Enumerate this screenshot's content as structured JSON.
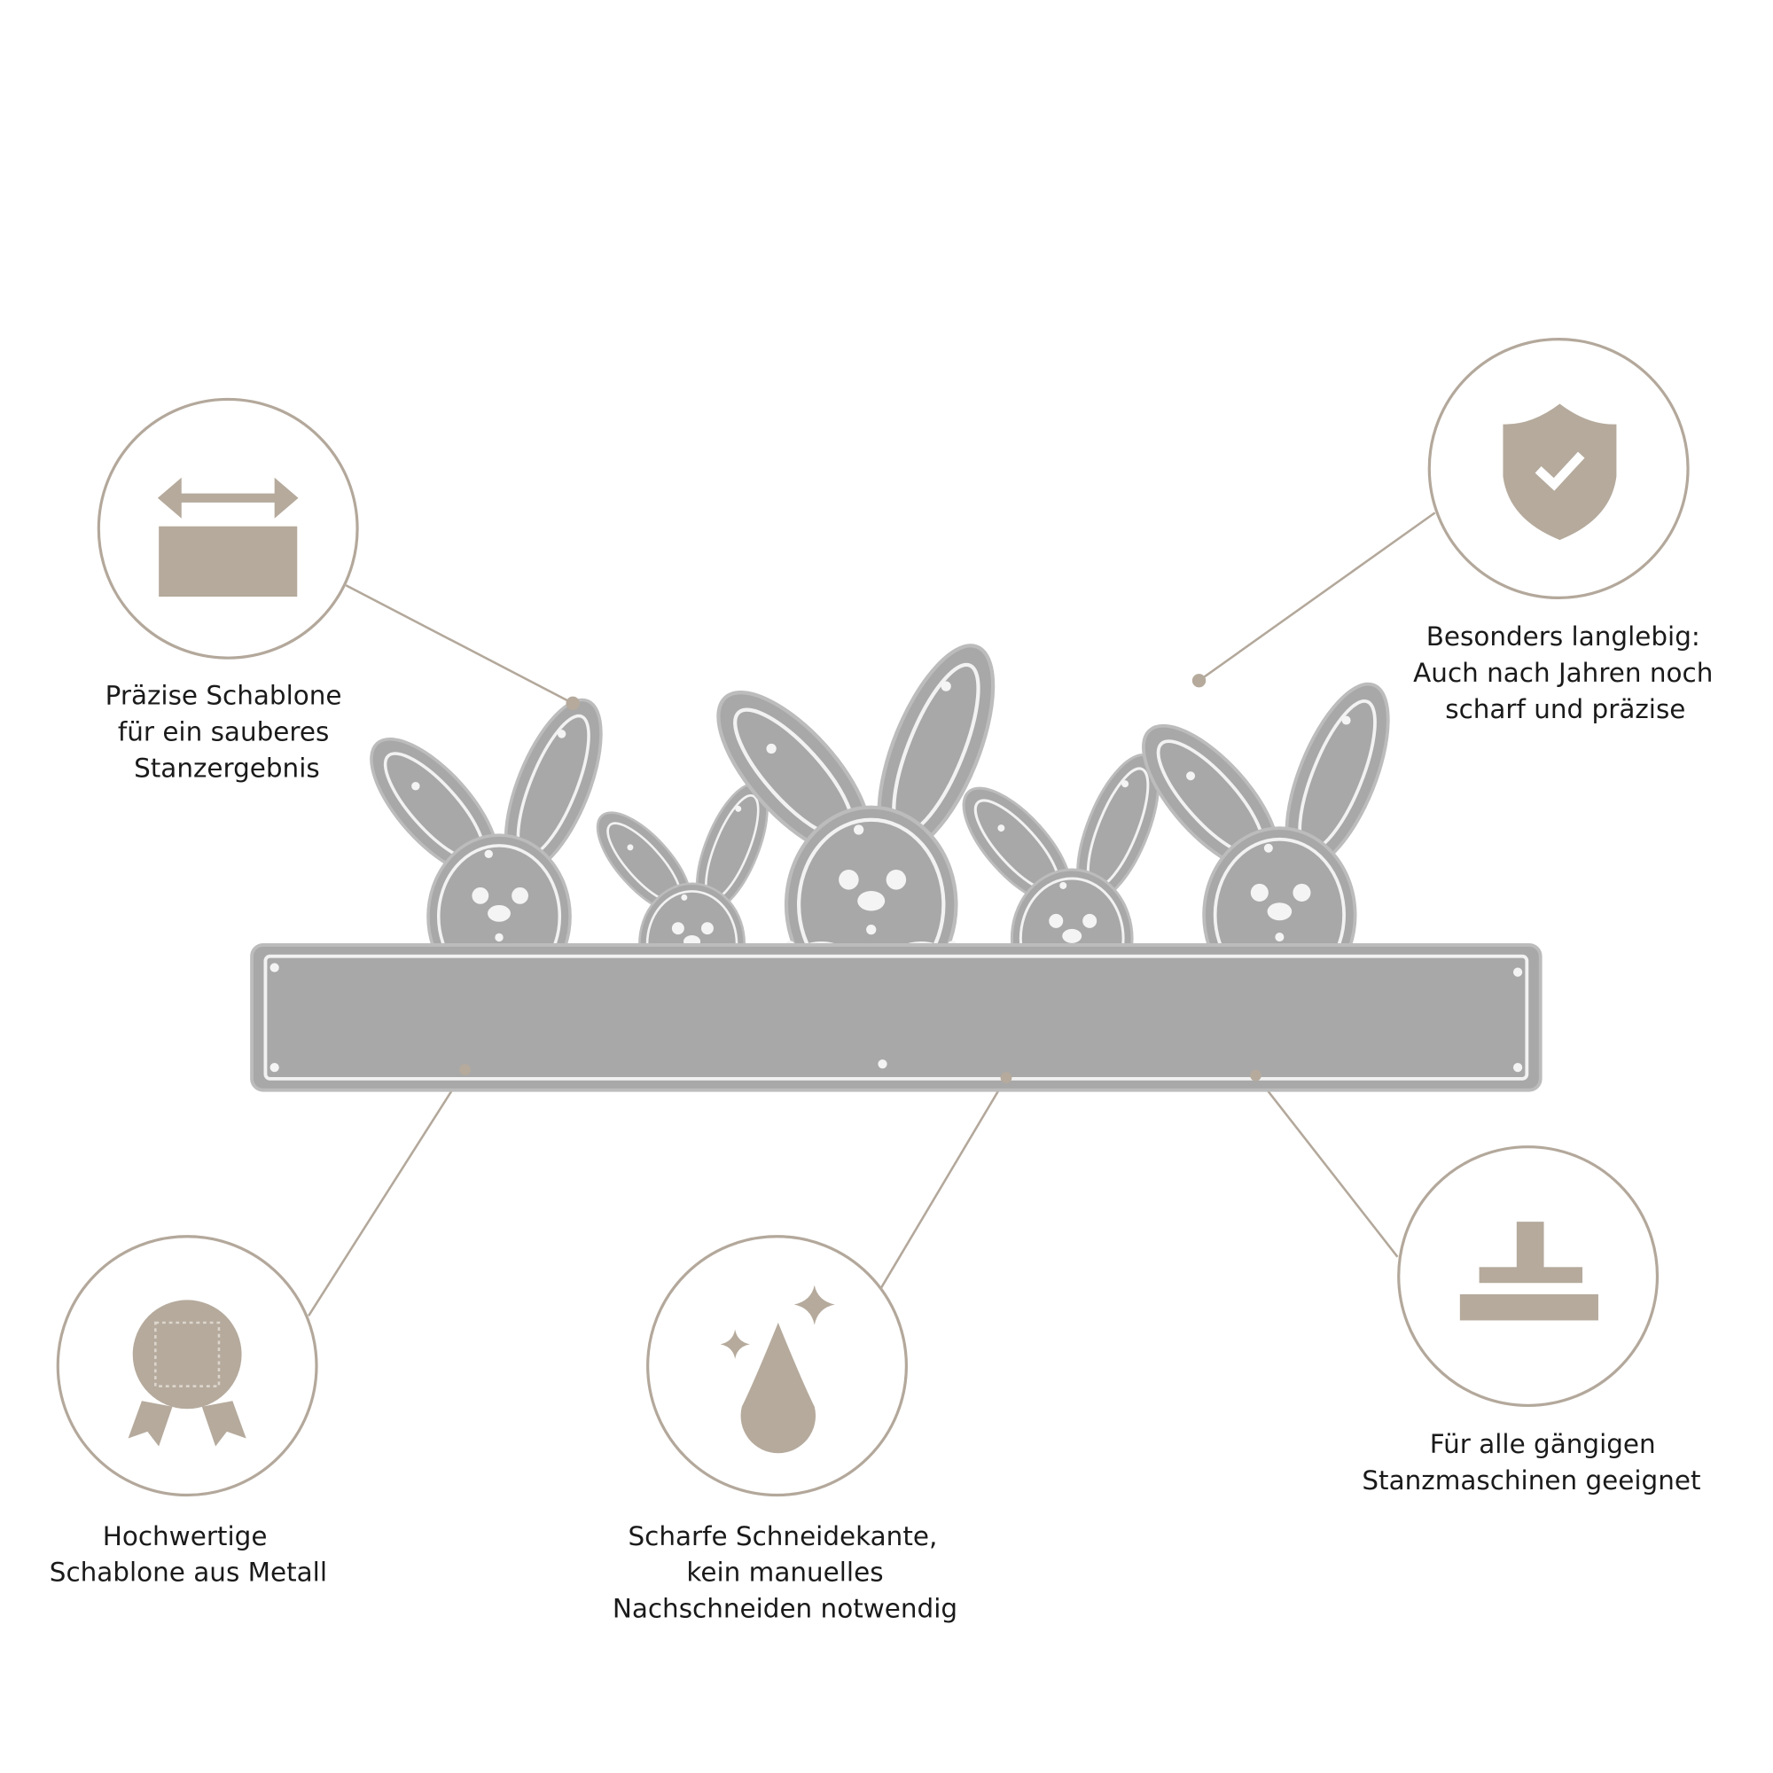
{
  "colors": {
    "accent": "#b5aa9c",
    "metal": "#a8a8a8",
    "text": "#1a1a1a"
  },
  "features": [
    {
      "icon": "width-arrow-rectangle-icon",
      "lines": [
        "Präzise Schablone",
        "für ein sauberes",
        "Stanzergebnis"
      ]
    },
    {
      "icon": "shield-check-icon",
      "lines": [
        "Besonders langlebig:",
        "Auch nach Jahren noch",
        "scharf und präzise"
      ]
    },
    {
      "icon": "medal-icon",
      "lines": [
        "Hochwertige",
        "Schablone aus Metall"
      ]
    },
    {
      "icon": "sharp-drop-icon",
      "lines": [
        "Scharfe Schneidekante,",
        "kein manuelles",
        "Nachschneiden notwendig"
      ]
    },
    {
      "icon": "press-stamp-icon",
      "lines": [
        "Für alle gängigen",
        "Stanzmaschinen geeignet"
      ]
    }
  ]
}
